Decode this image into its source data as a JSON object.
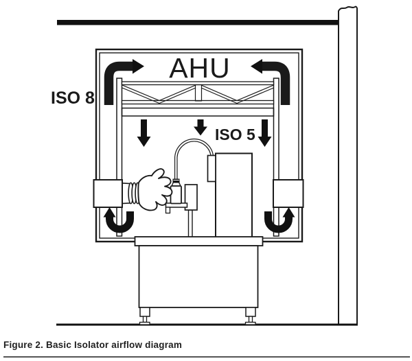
{
  "figure": {
    "caption": "Figure 2. Basic Isolator airflow diagram"
  },
  "diagram": {
    "ahu_label": "AHU",
    "iso8_label": "ISO 8",
    "iso5_label": "ISO 5",
    "colors": {
      "line": "#1a1a1a",
      "arrow": "#111111",
      "background": "#ffffff",
      "caption_text": "#1f1f1f",
      "rule": "#555555"
    }
  }
}
